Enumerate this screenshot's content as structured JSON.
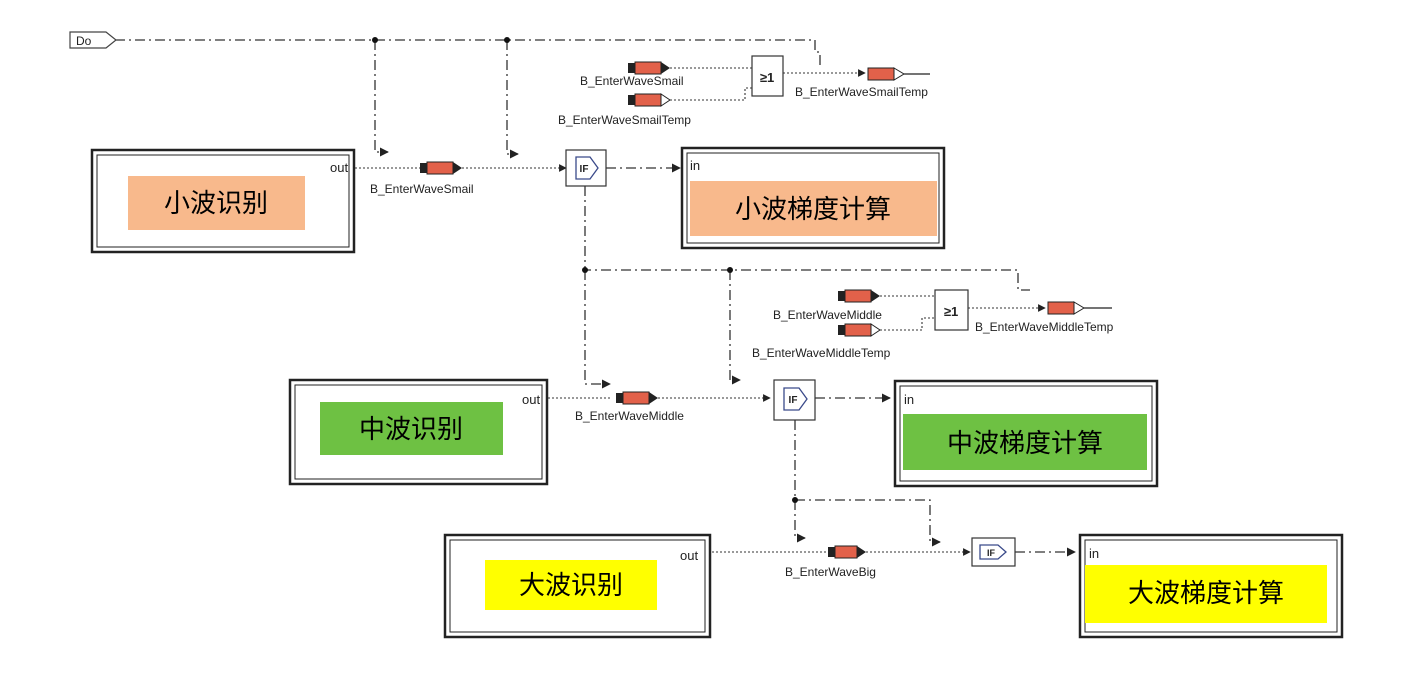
{
  "start_port": "Do",
  "colors": {
    "small": "#f8b98c",
    "middle": "#6ec143",
    "big": "#ffff00",
    "signal_dark": "#222222",
    "signal_red": "#e2614a"
  },
  "or_block_label": "≥1",
  "if_block_label": "IF",
  "port_out": "out",
  "port_in": "in",
  "blocks": {
    "small_detect": "小波识别",
    "small_calc": "小波梯度计算",
    "middle_detect": "中波识别",
    "middle_calc": "中波梯度计算",
    "big_detect": "大波识别",
    "big_calc": "大波梯度计算"
  },
  "signals": {
    "small_top_in": "B_EnterWaveSmail",
    "small_top_fb": "B_EnterWaveSmailTemp",
    "small_top_out": "B_EnterWaveSmailTemp",
    "small_main": "B_EnterWaveSmail",
    "middle_top_in": "B_EnterWaveMiddle",
    "middle_top_fb": "B_EnterWaveMiddleTemp",
    "middle_top_out": "B_EnterWaveMiddleTemp",
    "middle_main": "B_EnterWaveMiddle",
    "big_main": "B_EnterWaveBig"
  }
}
